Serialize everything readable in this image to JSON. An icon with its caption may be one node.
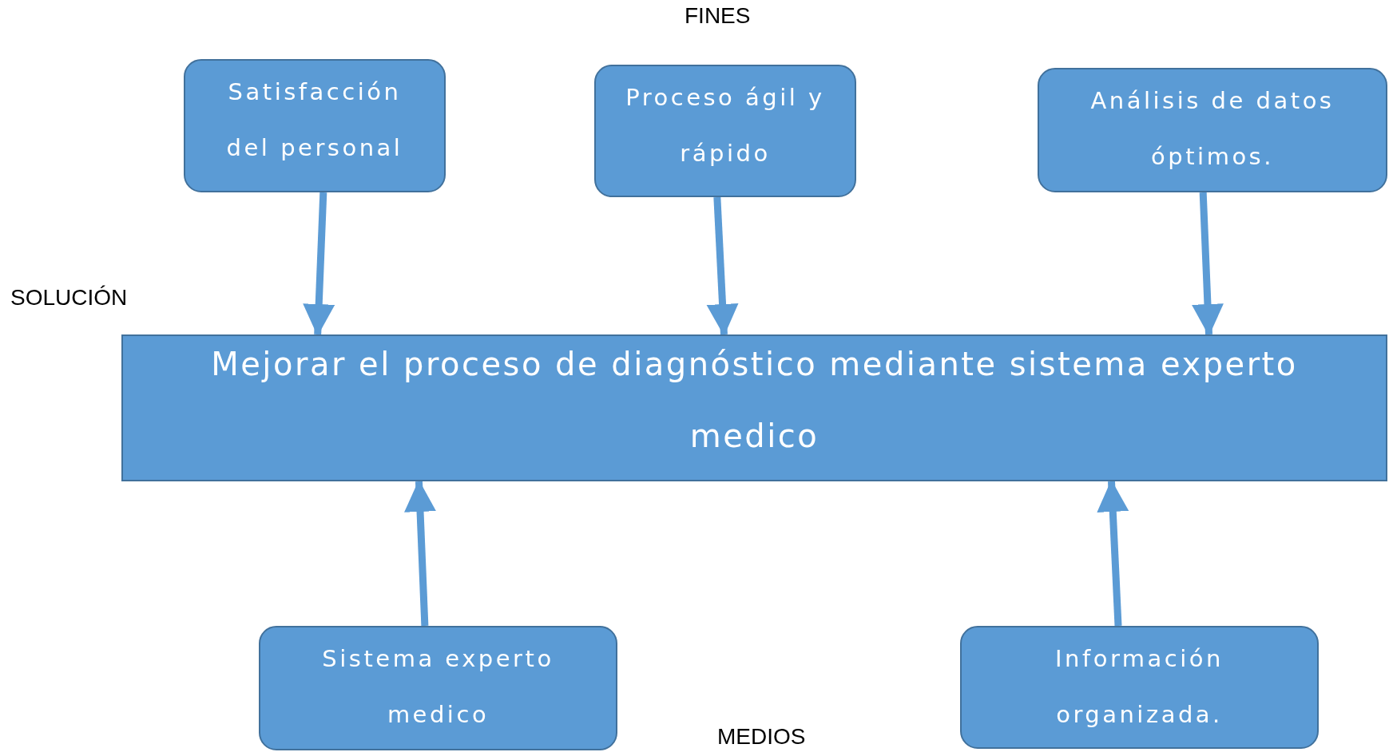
{
  "diagram": {
    "nodes": [
      {
        "text": [
          "Satisfacción del personal"
        ]
      },
      {
        "text": [
          "Proceso ágil y rápido"
        ]
      },
      {
        "text": [
          "Análisis de datos óptimos."
        ]
      },
      {
        "text": [
          "Mejorar el proceso de diagnóstico mediante sistema experto medico"
        ]
      },
      {
        "text": [
          "Sistema experto medico"
        ]
      },
      {
        "text": [
          "Información organizada."
        ]
      }
    ],
    "edges": [
      {
        "from": 0,
        "to": 3,
        "arrow": "to"
      },
      {
        "from": 1,
        "to": 3,
        "arrow": "to"
      },
      {
        "from": 2,
        "to": 3,
        "arrow": "to"
      },
      {
        "from": 4,
        "to": 3,
        "arrow": "to"
      },
      {
        "from": 5,
        "to": 3,
        "arrow": "to"
      }
    ],
    "labels": [
      "FINES",
      "SOLUCIÓN",
      "MEDIOS"
    ]
  }
}
